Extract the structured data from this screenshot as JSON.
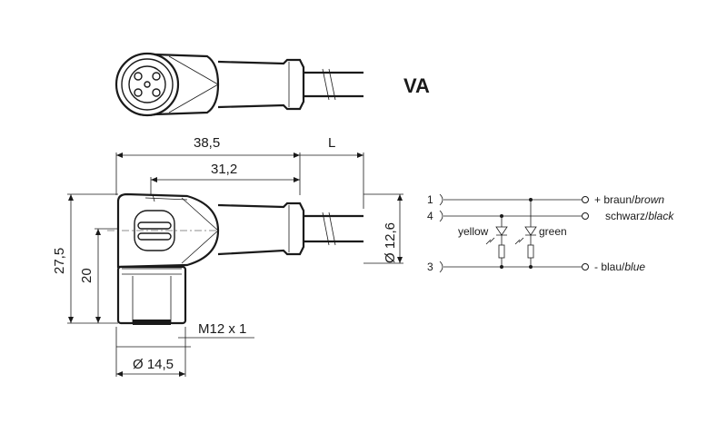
{
  "variant": "VA",
  "dimensions": {
    "total_length": "38,5",
    "body_length": "31,2",
    "cable_length": "L",
    "height_total": "27,5",
    "height_body": "20",
    "thread": "M12 x 1",
    "nut_diameter": "Ø 14,5",
    "cable_diameter": "Ø 12,6"
  },
  "wiring": {
    "pins": [
      {
        "number": "1",
        "wire": "+ braun/",
        "wire_en": "brown"
      },
      {
        "number": "4",
        "wire": "schwarz/",
        "wire_en": "black"
      },
      {
        "number": "3",
        "wire": "- blau/",
        "wire_en": "blue"
      }
    ],
    "led_left": "yellow",
    "led_right": "green"
  }
}
